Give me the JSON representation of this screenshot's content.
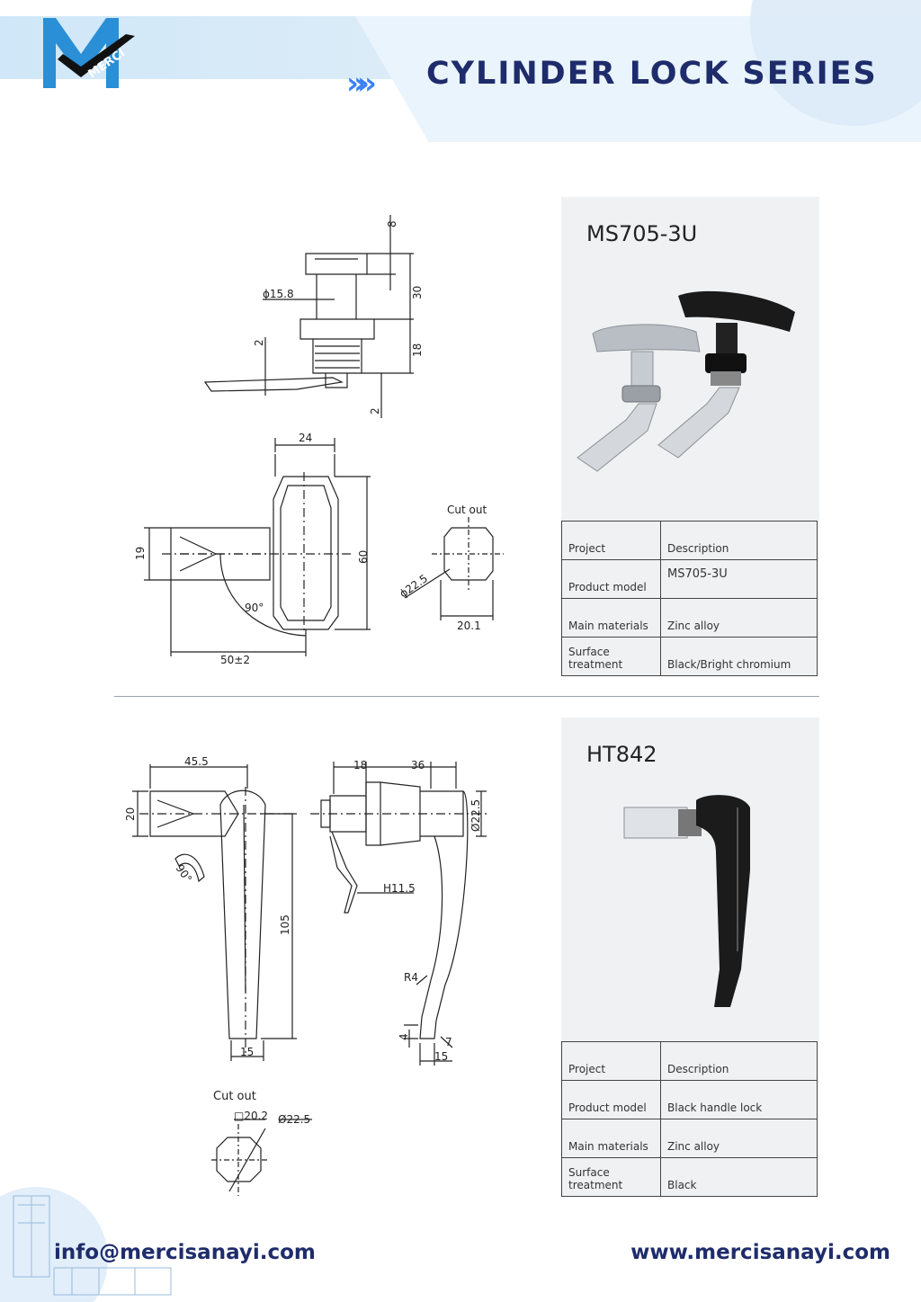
{
  "header": {
    "logo_text": "MERCI",
    "chevrons": "»»",
    "title": "CYLINDER LOCK SERIES"
  },
  "product1": {
    "name": "MS705-3U",
    "table": {
      "rows": [
        {
          "label": "Project",
          "value": "Description"
        },
        {
          "label": "Product model",
          "value": "MS705-3U"
        },
        {
          "label": "Main materials",
          "value": "Zinc alloy"
        },
        {
          "label": "Surface treatment",
          "value": "Black/Bright chromium"
        }
      ]
    },
    "drawing": {
      "dims": {
        "d8": "8",
        "d30": "30",
        "d18": "18",
        "d2a": "2",
        "d2b": "2",
        "dia": "ϕ15.8",
        "d24": "24",
        "d60": "60",
        "d19": "19",
        "angle": "90°",
        "d50": "50±2",
        "cutout": "Cut out",
        "cdia": "ϕ22.5",
        "cw": "20.1"
      }
    }
  },
  "product2": {
    "name": "HT842",
    "table": {
      "rows": [
        {
          "label": "Project",
          "value": "Description"
        },
        {
          "label": "Product model",
          "value": "Black handle lock"
        },
        {
          "label": "Main materials",
          "value": "Zinc alloy"
        },
        {
          "label": "Surface treatment",
          "value": "Black"
        }
      ]
    },
    "drawing": {
      "dims": {
        "d455": "45.5",
        "d20": "20",
        "angle": "90°",
        "d105": "105",
        "d15a": "15",
        "d18": "18",
        "d36": "36",
        "d225": "Ø22.5",
        "h115": "H11.5",
        "r4": "R4",
        "d4": "4",
        "d7": "7",
        "d15b": "15",
        "cutout": "Cut out",
        "csq": "□20.2",
        "cdia": "Ø22.5"
      }
    }
  },
  "footer": {
    "email": "info@mercisanayi.com",
    "website": "www.mercisanayi.com"
  },
  "colors": {
    "navy": "#1e2c6b",
    "accent": "#3b82f6",
    "panel": "#f0f1f3"
  }
}
